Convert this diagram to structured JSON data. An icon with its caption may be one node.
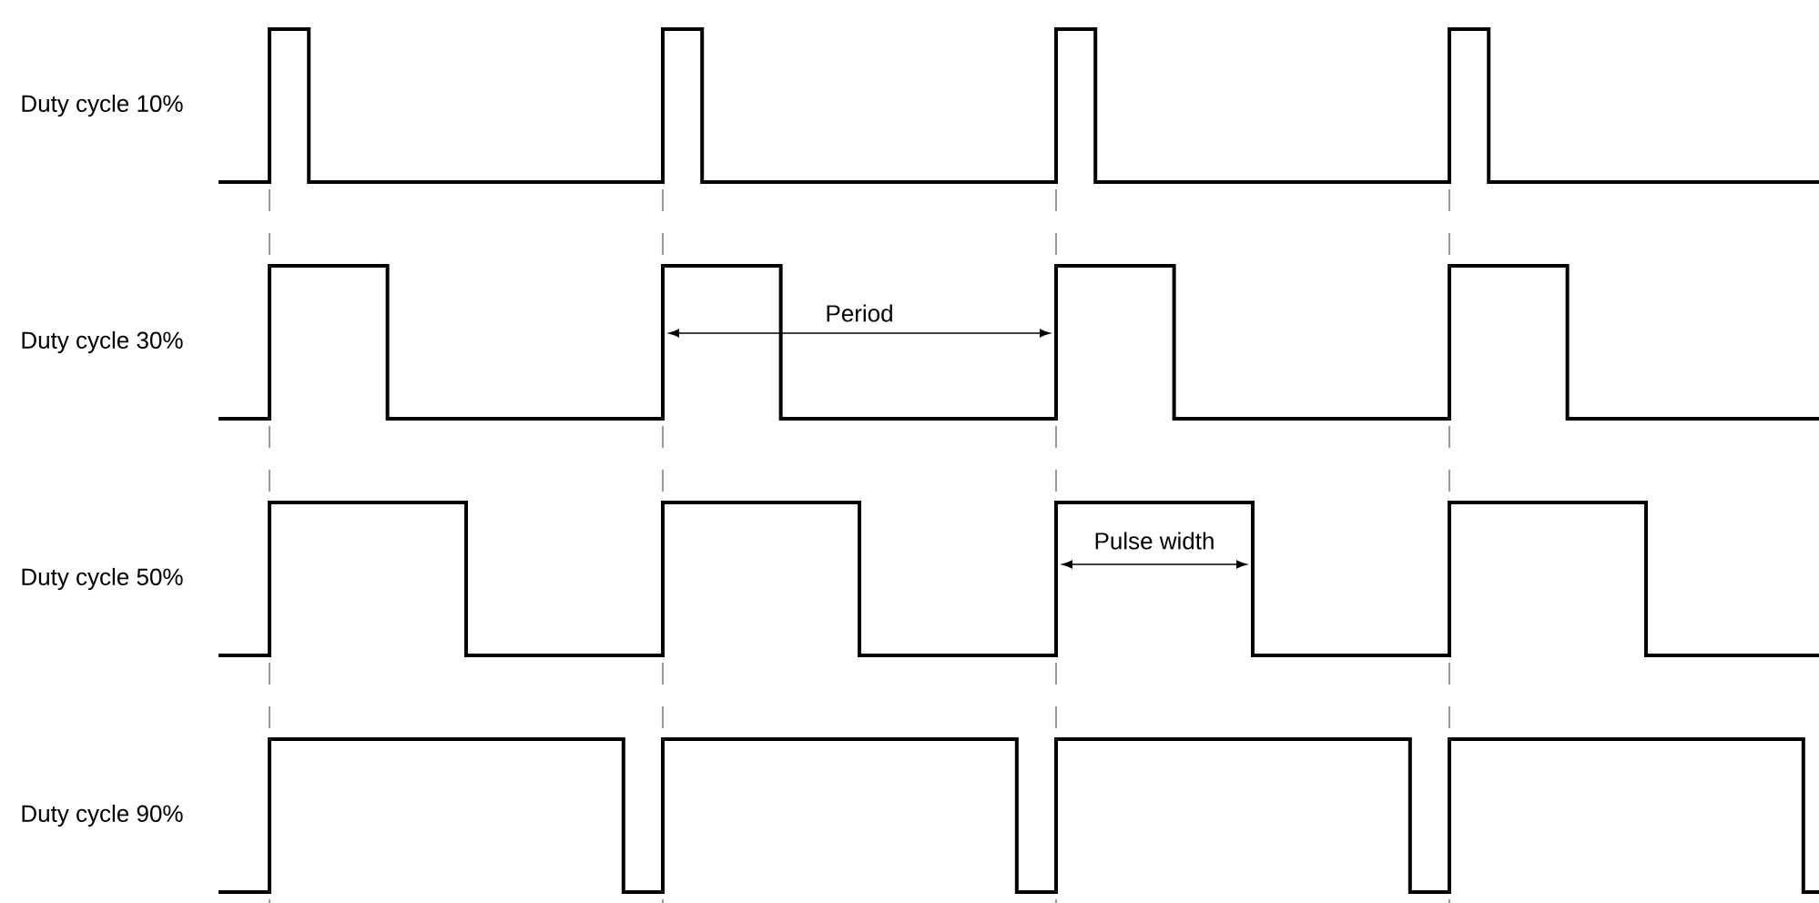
{
  "diagram": {
    "labels": [
      "Duty cycle 10%",
      "Duty cycle 30%",
      "Period",
      "Duty cycle 50%",
      "Pulse width",
      "Duty cycle 90%"
    ]
  }
}
